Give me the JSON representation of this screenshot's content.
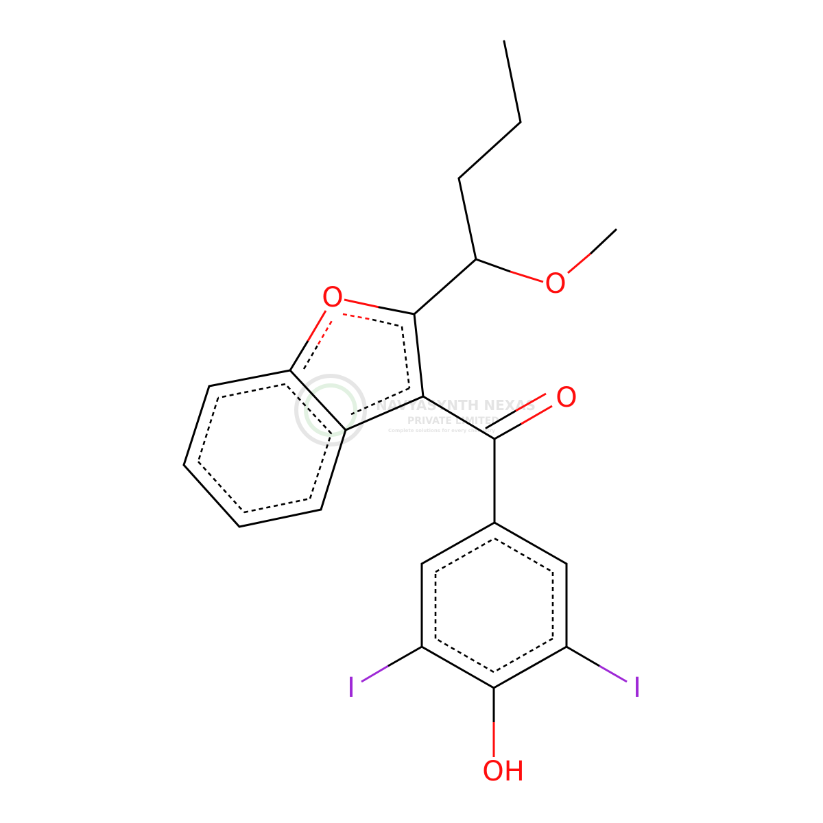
{
  "atoms": {
    "o_furan": "O",
    "o_methoxy": "O",
    "o_carbonyl": "O",
    "i_left": "I",
    "i_right": "I",
    "oh": "OH"
  },
  "colors": {
    "bond": "#000000",
    "oxygen": "#ff0d0d",
    "iodine": "#9e28d6",
    "watermark": "#e2e2e2"
  },
  "watermark": {
    "line1": "NAVYASYNTH NEXAS",
    "line2": "PRIVATE LIMITED",
    "line3": "Complete solutions for every chemistry"
  }
}
